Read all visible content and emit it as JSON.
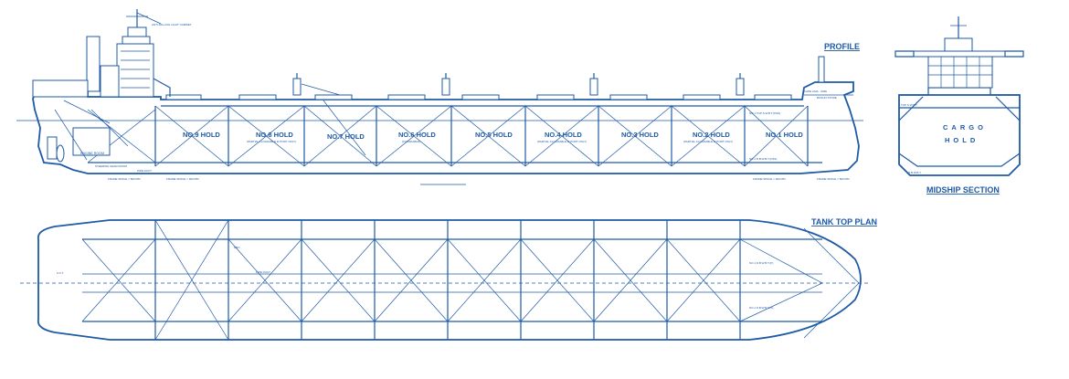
{
  "titles": {
    "profile": "PROFILE",
    "midship": "MIDSHIP SECTION",
    "tanktop": "TANK TOP PLAN"
  },
  "profile": {
    "holds": [
      {
        "name": "NO.9 HOLD",
        "sub": ""
      },
      {
        "name": "NO.8 HOLD",
        "sub": "(PARTIAL FLOODABLE IF PORT ONLY)"
      },
      {
        "name": "NO.7 HOLD",
        "sub": ""
      },
      {
        "name": "NO.6 HOLD",
        "sub": "(FLOODABLE)"
      },
      {
        "name": "NO.5 HOLD",
        "sub": ""
      },
      {
        "name": "NO.4 HOLD",
        "sub": "(PARTIAL FLOODABLE IF PORT ONLY)"
      },
      {
        "name": "NO.3 HOLD",
        "sub": ""
      },
      {
        "name": "NO.2 HOLD",
        "sub": "(PARTIAL FLOODABLE IF PORT ONLY)"
      },
      {
        "name": "NO.1 HOLD",
        "sub": ""
      }
    ],
    "engine_room": "ENGINE ROOM",
    "steering": "STEERING GEAR ROOM",
    "pipe_duct": "PIPE DUCT",
    "frame_space_aft": "FRAME SPACE = 800 MM",
    "frame_space_mid": "FRAME SPACE = 900 MM",
    "frame_space_fwd1": "FRAME SPACE = 900 MM",
    "frame_space_fwd2": "FRAME SPACE = 800 MM",
    "bosun": "BOSUN STORE",
    "forecastle": "CAPE ASIA...SIDE",
    "mast_label": "ANTI-FALLING LIGHT CABINET",
    "upper_wing": "NO.1 TOP S.W.B.T.(P&S)",
    "lower_wing": "NO.1 D.B.W.B.T.(P&S)"
  },
  "midship": {
    "cargo": "CARGO",
    "hold": "HOLD",
    "upper_tank": "TOP S.W.B.T.",
    "lower_tank": "D.B.W.B.T."
  },
  "tanktop": {
    "pipe_duct": "PIPE DUCT",
    "upper_tank_label": "NO.1 D.B.W.B.T.(P)",
    "lower_tank_label": "NO.1 D.B.W.B.T.(S)",
    "fo_label": "F.O.T.",
    "dbo": "DBO"
  }
}
